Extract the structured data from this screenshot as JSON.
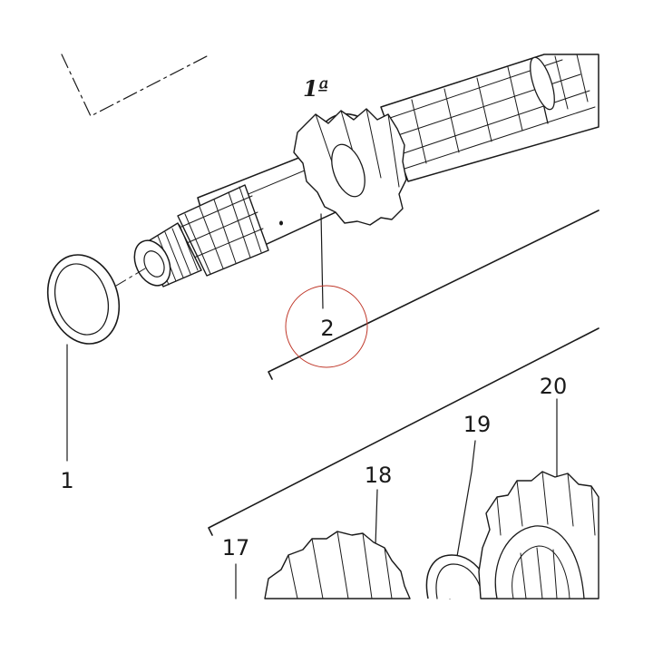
{
  "gear_label": "1ª",
  "callouts": {
    "c1": "1",
    "c2": "2",
    "c17": "17",
    "c18": "18",
    "c19": "19",
    "c20": "20"
  },
  "colors": {
    "ink": "#1a1a1a",
    "highlight": "#c0392b",
    "background": "#ffffff"
  }
}
